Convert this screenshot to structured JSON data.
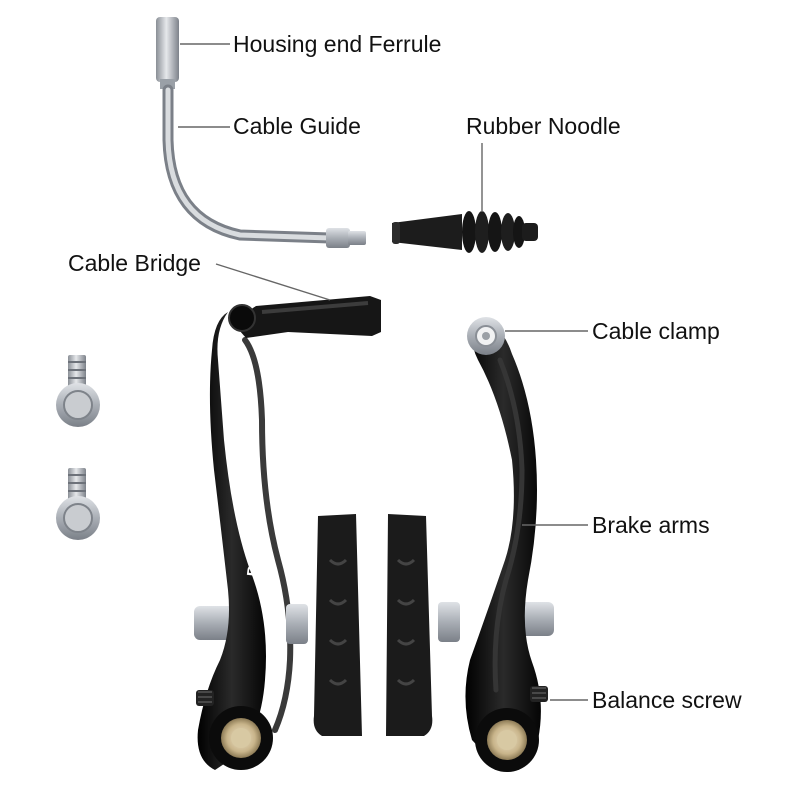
{
  "labels": {
    "housing_end_ferrule": "Housing end Ferrule",
    "cable_guide": "Cable Guide",
    "rubber_noodle": "Rubber Noodle",
    "cable_bridge": "Cable Bridge",
    "cable_clamp": "Cable clamp",
    "brake_arms": "Brake arms",
    "balance_screw": "Balance screw"
  },
  "brand_text": "RUJOI",
  "colors": {
    "background": "#ffffff",
    "arm_black": "#111111",
    "metal": "#b8bcc2",
    "rubber": "#1c1c1c",
    "text": "#111111"
  }
}
